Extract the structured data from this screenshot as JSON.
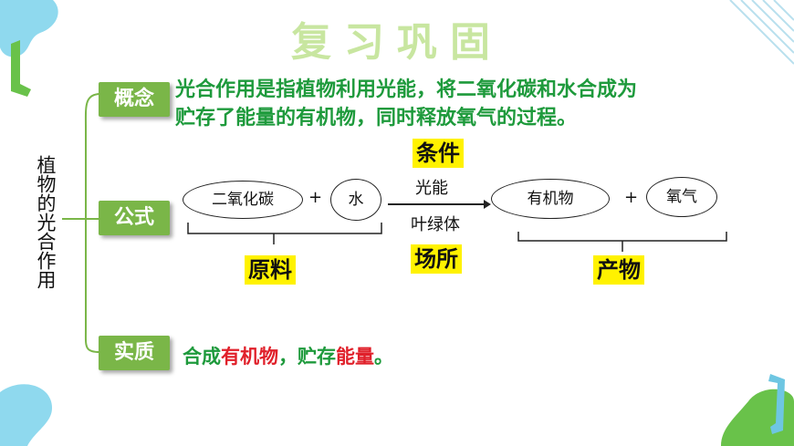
{
  "title": "复习巩固",
  "vertical_title": "植物的光合作用",
  "tags": {
    "concept": "概念",
    "formula": "公式",
    "essence": "实质"
  },
  "concept_text_line1": "光合作用是指植物利用光能，将二氧化碳和水合成为",
  "concept_text_line2": "贮存了能量的有机物，同时释放氧气的过程。",
  "formula": {
    "reactant1": "二氧化碳",
    "plus1": "+",
    "reactant2": "水",
    "condition_label": "条件",
    "condition": "光能",
    "place": "叶绿体",
    "place_label": "场所",
    "product1": "有机物",
    "plus2": "+",
    "product2": "氧气",
    "raw_label": "原料",
    "product_label": "产物"
  },
  "essence_text": {
    "p1": "合成",
    "p2": "有机物",
    "p3": "，贮存",
    "p4": "能量",
    "p5": "。"
  },
  "colors": {
    "green": "#1e9a3c",
    "tag": "#7ab648",
    "highlight": "#fff200",
    "red": "#e0202a"
  }
}
